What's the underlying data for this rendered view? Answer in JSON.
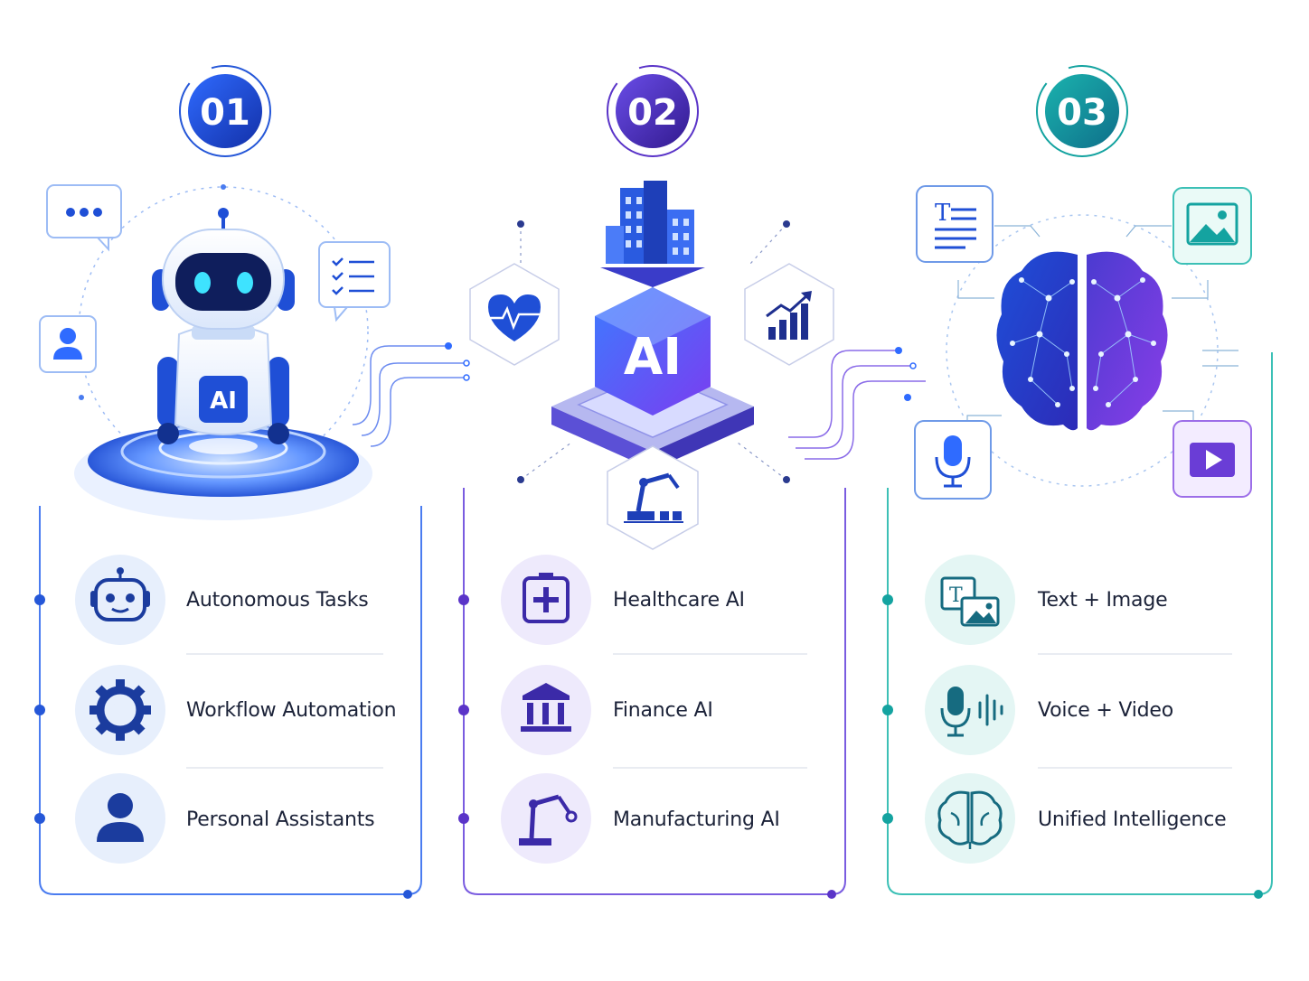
{
  "colors": {
    "blue": "#1f4fd6",
    "purple": "#5a34c8",
    "teal": "#14a3a0",
    "ink": "#1b2238"
  },
  "sections": [
    {
      "number": "01",
      "theme": "blue",
      "items": [
        {
          "label": "Autonomous Tasks",
          "icon": "robot-face-icon"
        },
        {
          "label": "Workflow Automation",
          "icon": "gear-icon"
        },
        {
          "label": "Personal Assistants",
          "icon": "person-icon"
        }
      ]
    },
    {
      "number": "02",
      "theme": "purple",
      "hub_text": "AI",
      "items": [
        {
          "label": "Healthcare AI",
          "icon": "medical-kit-icon"
        },
        {
          "label": "Finance AI",
          "icon": "bank-icon"
        },
        {
          "label": "Manufacturing AI",
          "icon": "robotic-arm-icon"
        }
      ]
    },
    {
      "number": "03",
      "theme": "teal",
      "items": [
        {
          "label": "Text + Image",
          "icon": "text-image-icon"
        },
        {
          "label": "Voice + Video",
          "icon": "mic-waveform-icon"
        },
        {
          "label": "Unified Intelligence",
          "icon": "brain-icon"
        }
      ]
    }
  ],
  "robot_badge": "AI",
  "hero_icons": {
    "section1": [
      "chat-dots-icon",
      "checklist-icon",
      "user-icon",
      "robot-icon"
    ],
    "section2": [
      "building-icon",
      "heart-pulse-icon",
      "growth-chart-icon",
      "robotic-arm-icon",
      "ai-cube-icon"
    ],
    "section3": [
      "document-text-icon",
      "image-icon",
      "microphone-icon",
      "play-video-icon",
      "neural-brain-icon"
    ]
  }
}
